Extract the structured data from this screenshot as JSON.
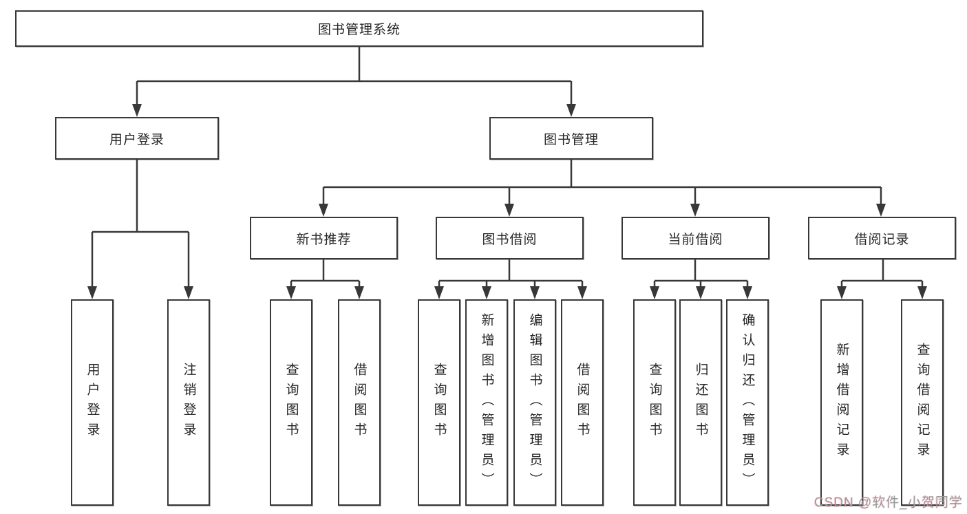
{
  "diagram": {
    "tree": {
      "label": "图书管理系统",
      "children": [
        {
          "label": "用户登录",
          "children": [
            {
              "label": "用户登录"
            },
            {
              "label": "注销登录"
            }
          ]
        },
        {
          "label": "图书管理",
          "children": [
            {
              "label": "新书推荐",
              "children": [
                {
                  "label": "查询图书"
                },
                {
                  "label": "借阅图书"
                }
              ]
            },
            {
              "label": "图书借阅",
              "children": [
                {
                  "label": "查询图书"
                },
                {
                  "label": "新增图书（管理员）"
                },
                {
                  "label": "编辑图书（管理员）"
                },
                {
                  "label": "借阅图书"
                }
              ]
            },
            {
              "label": "当前借阅",
              "children": [
                {
                  "label": "查询图书"
                },
                {
                  "label": "归还图书"
                },
                {
                  "label": "确认归还（管理员）"
                }
              ]
            },
            {
              "label": "借阅记录",
              "children": [
                {
                  "label": "新增借阅记录"
                },
                {
                  "label": "查询借阅记录"
                }
              ]
            }
          ]
        }
      ]
    },
    "colors": {
      "line": "#383838",
      "box_border": "#383838",
      "text": "#262626",
      "background": "#ffffff",
      "watermark": "#9c9c9c"
    },
    "watermark": "CSDN @软件_小贺同学"
  }
}
